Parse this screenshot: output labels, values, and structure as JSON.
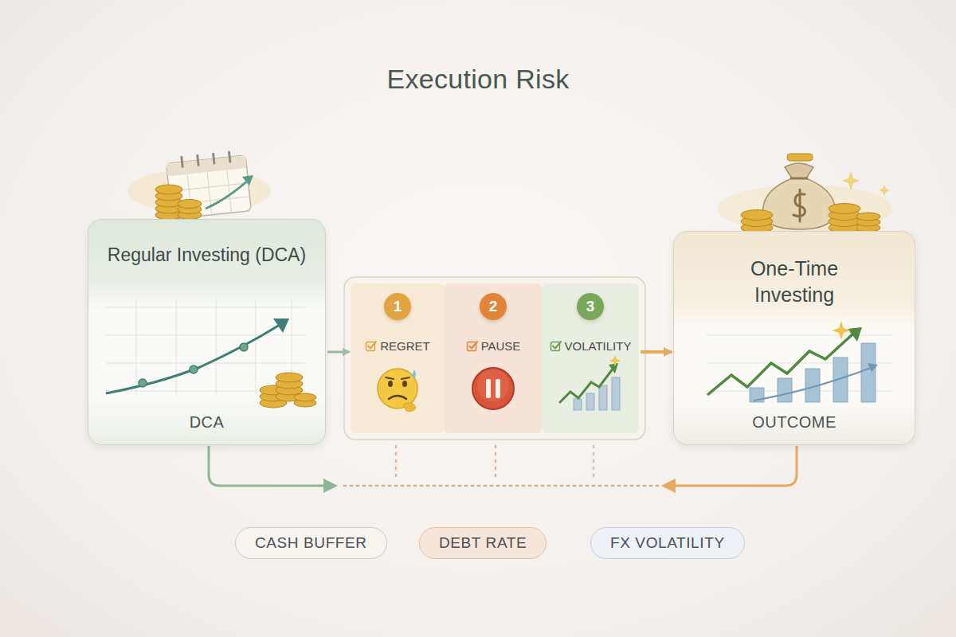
{
  "diagram": {
    "title": "Execution Risk",
    "nodes": [
      {
        "text": [
          "Regular Investing (DCA)",
          "DCA"
        ]
      },
      {
        "text": [
          "REGRET"
        ]
      },
      {
        "text": [
          "1"
        ],
        "in": 1
      },
      {
        "text": [
          "PAUSE"
        ]
      },
      {
        "text": [
          "2"
        ],
        "in": 3
      },
      {
        "text": [
          "VOLATILITY"
        ]
      },
      {
        "text": [
          "3"
        ],
        "in": 5
      },
      {
        "text": [
          "One-Time Investing",
          "OUTCOME"
        ]
      },
      {
        "text": [
          "CASH BUFFER"
        ]
      },
      {
        "text": [
          "DEBT RATE"
        ]
      },
      {
        "text": [
          "FX VOLATILITY"
        ]
      }
    ],
    "edges": [
      {
        "from": 0,
        "to": 1,
        "arrow": "to"
      },
      {
        "from": 5,
        "to": 7,
        "arrow": "to"
      }
    ]
  }
}
